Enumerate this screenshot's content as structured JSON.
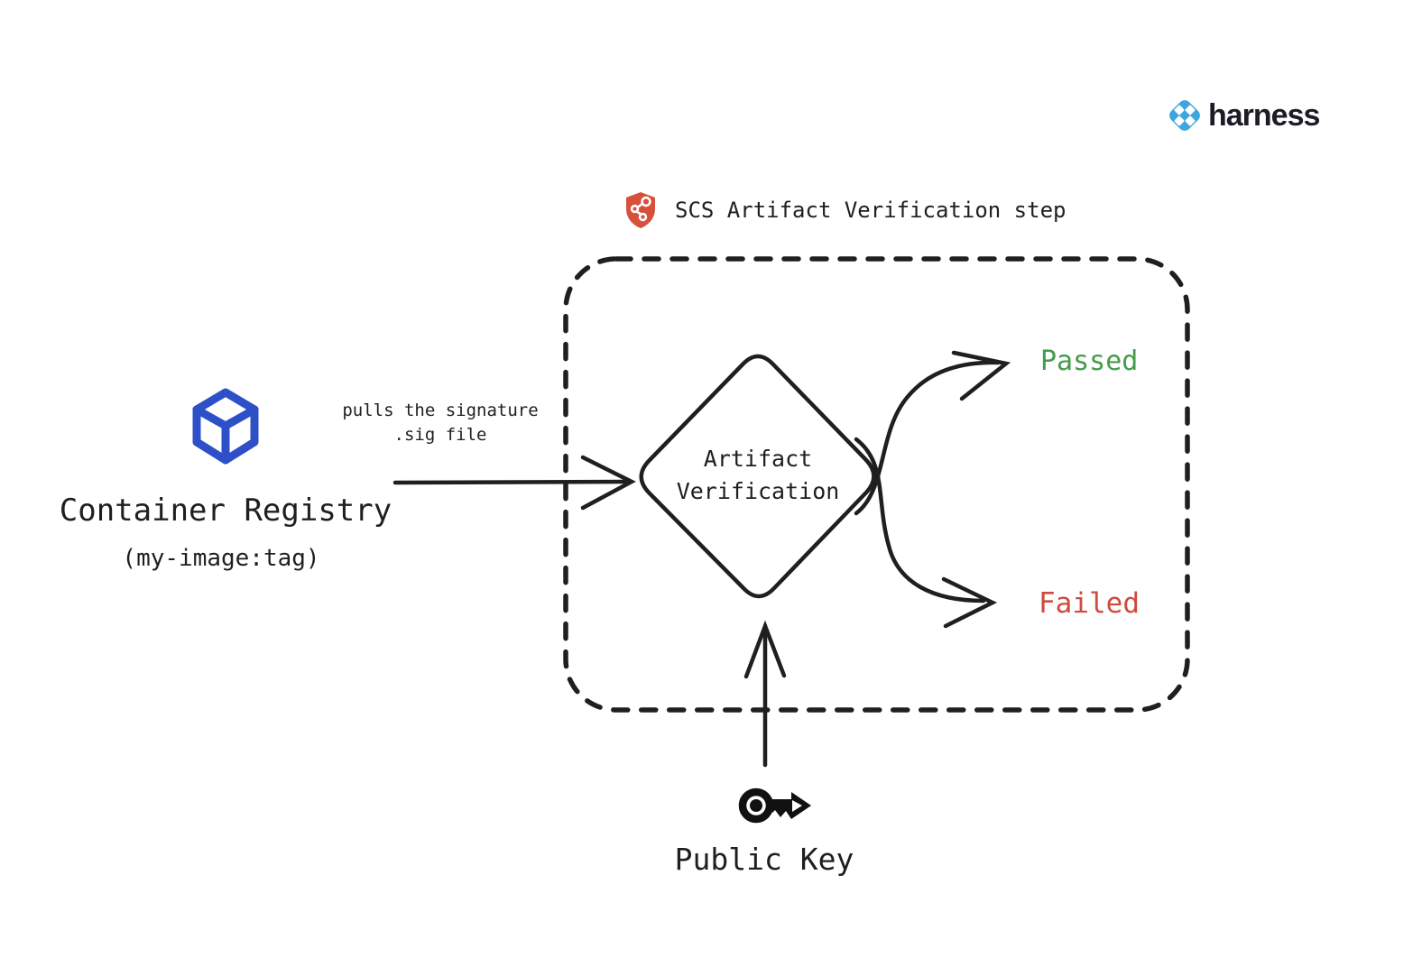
{
  "brand": {
    "name": "harness"
  },
  "step": {
    "title": "SCS Artifact Verification step"
  },
  "source": {
    "label": "Container Registry",
    "sublabel": "(my-image:tag)"
  },
  "edge": {
    "line1": "pulls the signature",
    "line2": ".sig file"
  },
  "decision": {
    "line1": "Artifact",
    "line2": "Verification"
  },
  "outcomes": {
    "passed": "Passed",
    "failed": "Failed"
  },
  "input": {
    "label": "Public Key"
  },
  "icons": {
    "brand": "harness-diamond-icon",
    "step": "shield-graph-icon",
    "source": "cube-icon",
    "input": "key-icon"
  },
  "colors": {
    "stroke": "#1f1f1f",
    "registry_blue": "#2d50c8",
    "harness_blue": "#3da6dd",
    "shield_red": "#d6503c",
    "passed_green": "#449b4b",
    "failed_red": "#d04a3e"
  }
}
